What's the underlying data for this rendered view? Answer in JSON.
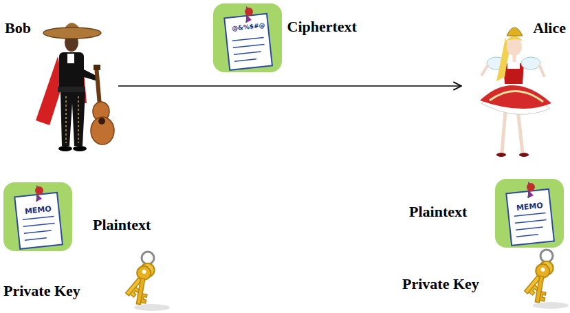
{
  "diagram": {
    "nodes": [
      {
        "text": [
          "Bob"
        ]
      },
      {
        "text": [
          "Alice"
        ]
      }
    ],
    "edges": [
      {
        "from": 0,
        "to": 1,
        "arrow": "to",
        "label": "Ciphertext"
      }
    ],
    "labels": [
      "Plaintext",
      "Private Key",
      "Plaintext",
      "Private Key",
      "MEMO",
      "MEMO",
      "@&%$#@"
    ]
  }
}
